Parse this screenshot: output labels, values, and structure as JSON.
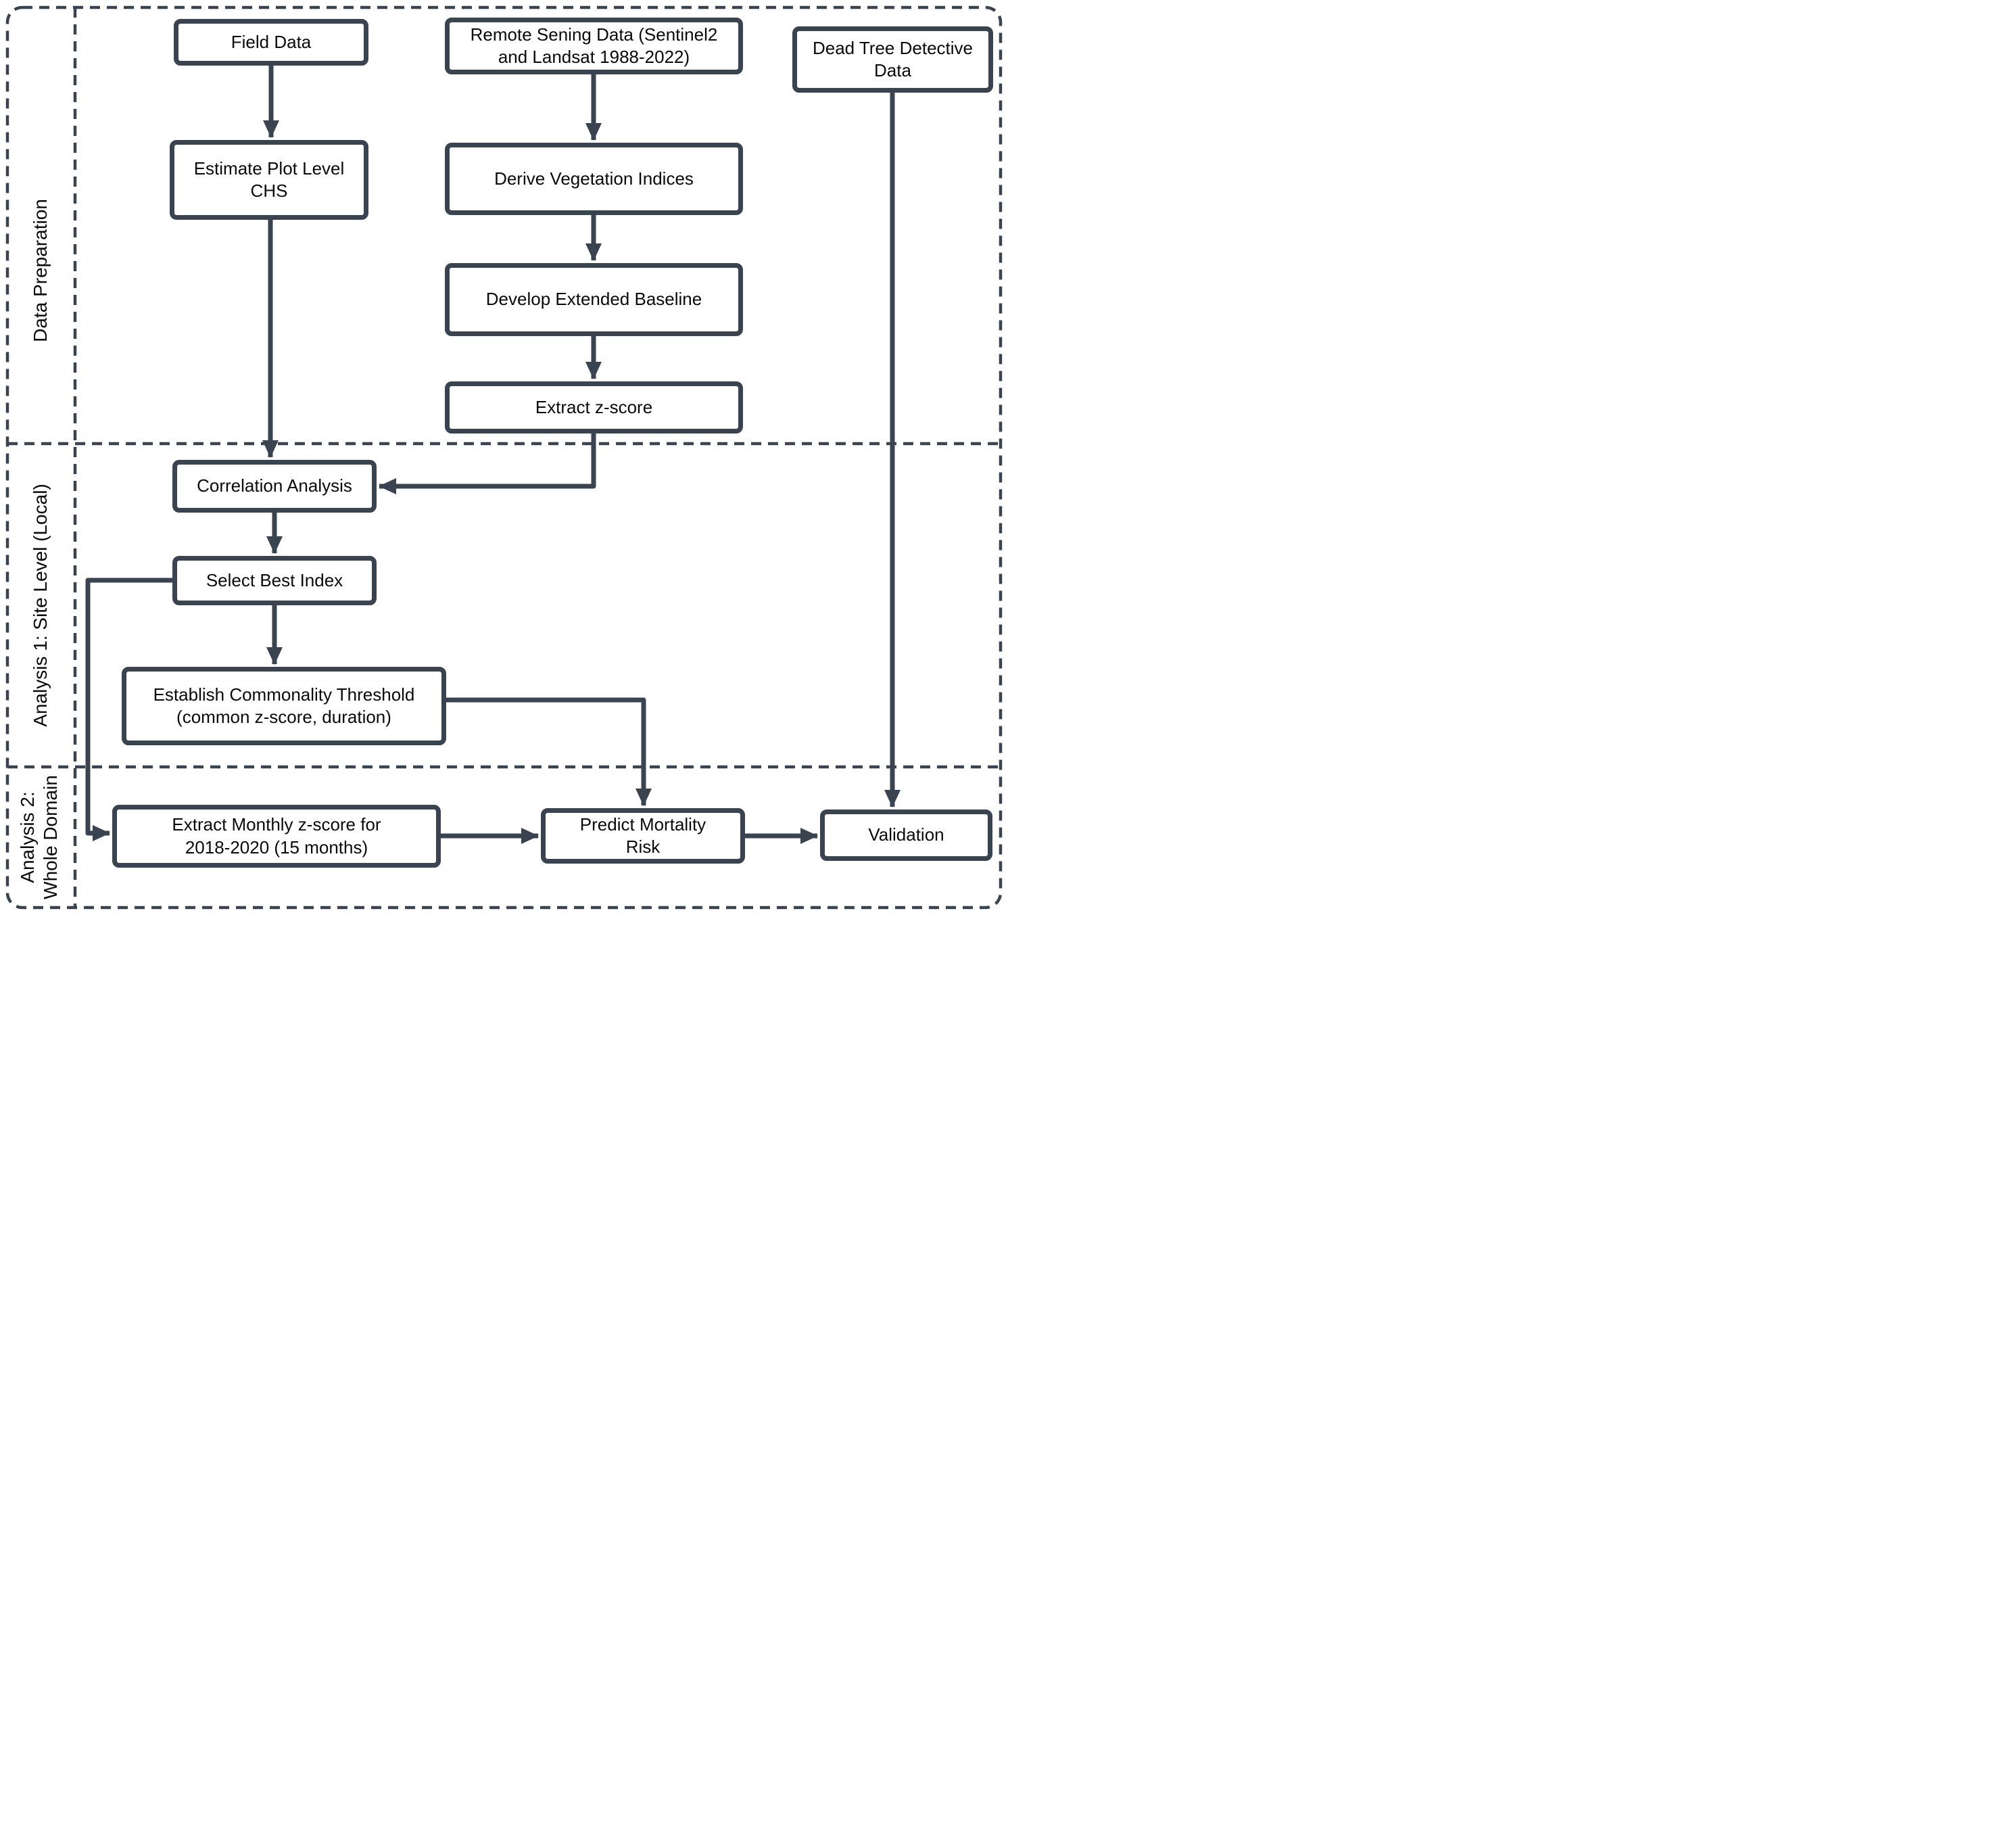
{
  "diagram": {
    "type": "flowchart",
    "colors": {
      "line": "#3a4350",
      "text": "#0a0a0a",
      "background": "#ffffff"
    },
    "sections": [
      {
        "label": "Data Preparation"
      },
      {
        "label": "Analysis 1: Site Level (Local)"
      },
      {
        "label": "Analysis 2:\nWhole Domain"
      }
    ],
    "nodes": {
      "field_data": {
        "label": "Field Data"
      },
      "remote_sensing": {
        "label": "Remote Sening Data (Sentinel2\nand Landsat 1988-2022)"
      },
      "dead_tree": {
        "label": "Dead Tree Detective\nData"
      },
      "estimate_chs": {
        "label": "Estimate Plot Level\nCHS"
      },
      "derive_vi": {
        "label": "Derive Vegetation Indices"
      },
      "develop_baseline": {
        "label": "Develop Extended Baseline"
      },
      "extract_zscore": {
        "label": "Extract z-score"
      },
      "correlation": {
        "label": "Correlation Analysis"
      },
      "select_index": {
        "label": "Select Best Index"
      },
      "establish_threshold": {
        "label": "Establish Commonality Threshold\n(common z-score, duration)"
      },
      "extract_monthly": {
        "label": "Extract Monthly z-score for\n2018-2020 (15 months)"
      },
      "predict_risk": {
        "label": "Predict Mortality\nRisk"
      },
      "validation": {
        "label": "Validation"
      }
    },
    "edges": [
      {
        "from": "field_data",
        "to": "estimate_chs"
      },
      {
        "from": "remote_sensing",
        "to": "derive_vi"
      },
      {
        "from": "derive_vi",
        "to": "develop_baseline"
      },
      {
        "from": "develop_baseline",
        "to": "extract_zscore"
      },
      {
        "from": "estimate_chs",
        "to": "correlation"
      },
      {
        "from": "extract_zscore",
        "to": "correlation"
      },
      {
        "from": "correlation",
        "to": "select_index"
      },
      {
        "from": "select_index",
        "to": "establish_threshold"
      },
      {
        "from": "select_index",
        "to": "extract_monthly"
      },
      {
        "from": "establish_threshold",
        "to": "predict_risk"
      },
      {
        "from": "extract_monthly",
        "to": "predict_risk"
      },
      {
        "from": "predict_risk",
        "to": "validation"
      },
      {
        "from": "dead_tree",
        "to": "validation"
      }
    ]
  }
}
